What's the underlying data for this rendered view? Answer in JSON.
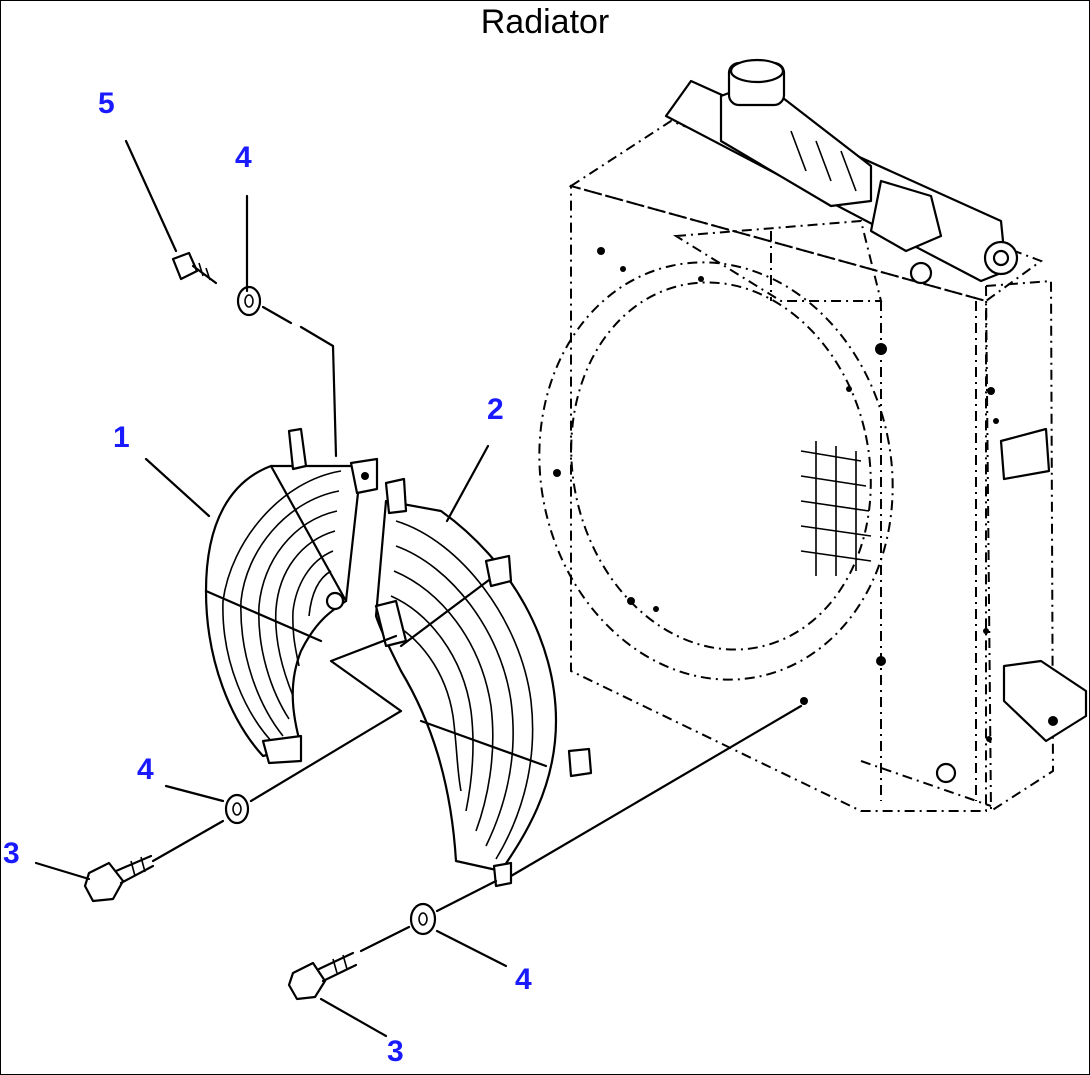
{
  "title": "Radiator",
  "callouts": [
    {
      "id": "callout-5-top",
      "label": "5"
    },
    {
      "id": "callout-4-top",
      "label": "4"
    },
    {
      "id": "callout-1",
      "label": "1"
    },
    {
      "id": "callout-2",
      "label": "2"
    },
    {
      "id": "callout-4-left",
      "label": "4"
    },
    {
      "id": "callout-3-left",
      "label": "3"
    },
    {
      "id": "callout-4-bottom",
      "label": "4"
    },
    {
      "id": "callout-3-bottom",
      "label": "3"
    }
  ],
  "colors": {
    "callout": "#1a1aff",
    "line": "#000000",
    "background": "#ffffff"
  }
}
